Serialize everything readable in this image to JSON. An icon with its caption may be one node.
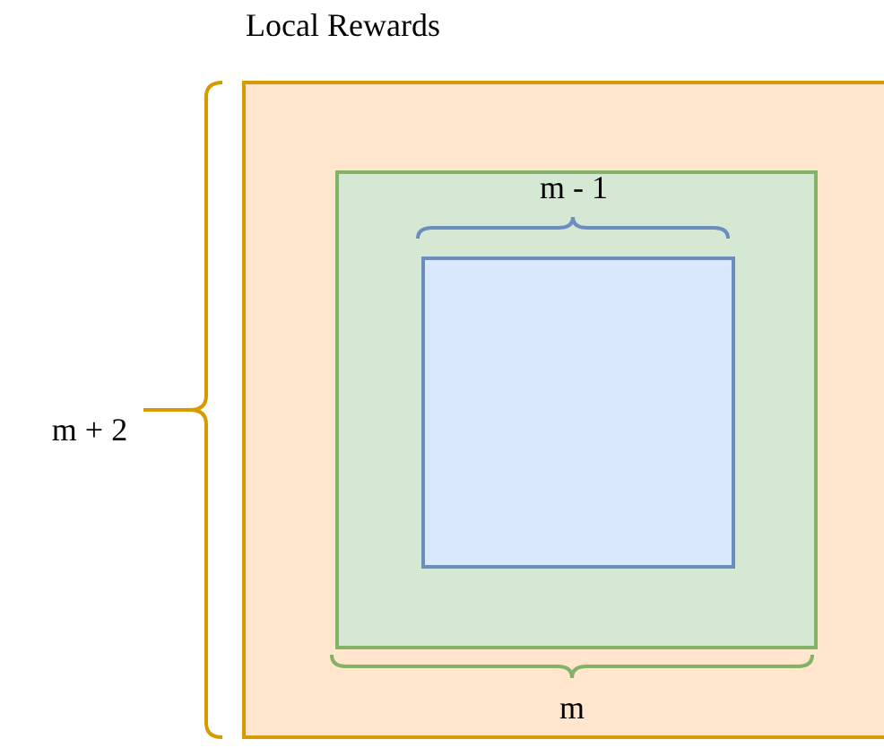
{
  "diagram": {
    "title": "Local Rewards",
    "nodes": [
      {
        "text": [],
        "shape": "box"
      },
      {
        "text": [],
        "shape": "box",
        "in": 0
      },
      {
        "text": [],
        "shape": "box",
        "in": 1
      }
    ],
    "labels": [
      "m - 1",
      "m",
      "m + 2"
    ]
  }
}
